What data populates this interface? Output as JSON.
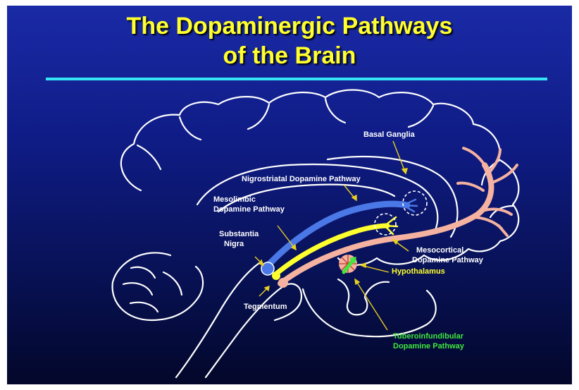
{
  "title": {
    "line1": "The Dopaminergic Pathways",
    "line2": "of the Brain"
  },
  "labels": {
    "basal_ganglia": "Basal Ganglia",
    "nigrostriatal": "Nigrostriatal Dopamine Pathway",
    "mesolimbic_1": "Mesolimbic",
    "mesolimbic_2": "Dopamine Pathway",
    "substantia_1": "Substantia",
    "substantia_2": "Nigra",
    "tegmentum": "Tegmentum",
    "mesocortical_1": "Mesocortical",
    "mesocortical_2": "Dopamine Pathway",
    "hypothalamus": "Hypothalamus",
    "tubero_1": "Tuberoinfundibular",
    "tubero_2": "Dopamine Pathway"
  },
  "colors": {
    "title": "#ffff2e",
    "rule": "#33e5f5",
    "outline": "#ffffff",
    "nigrostriatal": "#4a78e6",
    "mesolimbic": "#ffff2e",
    "mesocortical": "#f5b2a0",
    "tuberoinfundibular": "#3ee83e"
  }
}
